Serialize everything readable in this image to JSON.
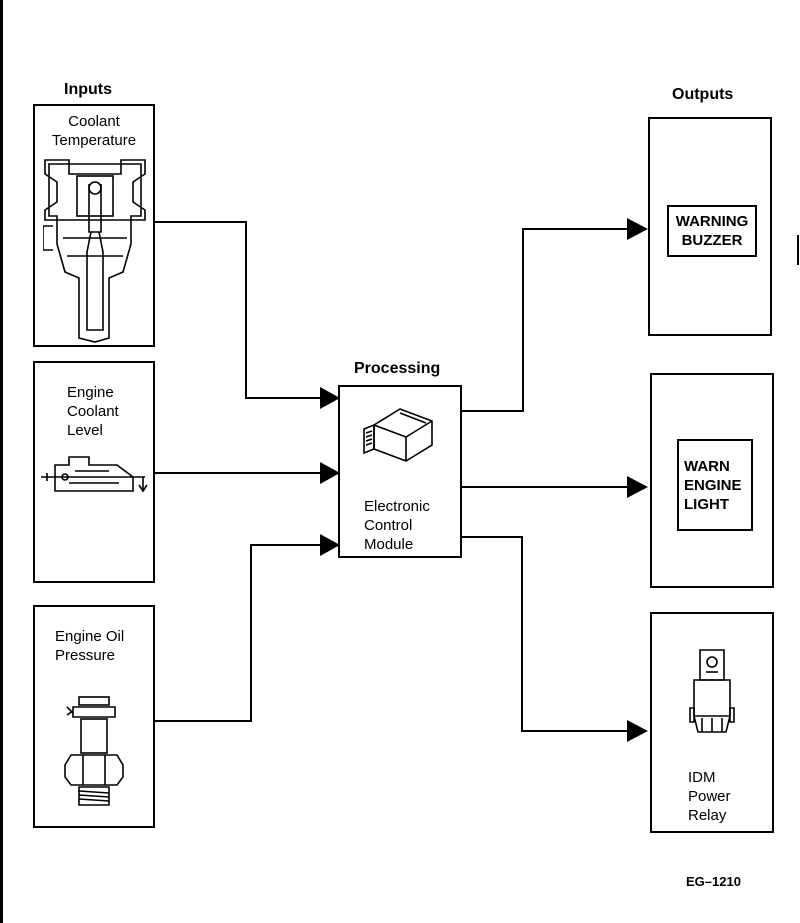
{
  "sections": {
    "inputs": "Inputs",
    "processing": "Processing",
    "outputs": "Outputs"
  },
  "inputs": [
    {
      "label": "Coolant\nTemperature",
      "icon": "coolant-temperature-sensor-icon"
    },
    {
      "label": "Engine\nCoolant\nLevel",
      "icon": "coolant-level-sensor-icon"
    },
    {
      "label": "Engine Oil\nPressure",
      "icon": "oil-pressure-sensor-icon"
    }
  ],
  "processor": {
    "label": "Electronic\nControl\nModule",
    "icon": "control-module-icon"
  },
  "outputs": [
    {
      "label": "WARNING\nBUZZER"
    },
    {
      "label": "WARN\nENGINE\nLIGHT"
    },
    {
      "label": "IDM\nPower\nRelay",
      "icon": "relay-icon"
    }
  ],
  "figure_ref": "EG–1210"
}
